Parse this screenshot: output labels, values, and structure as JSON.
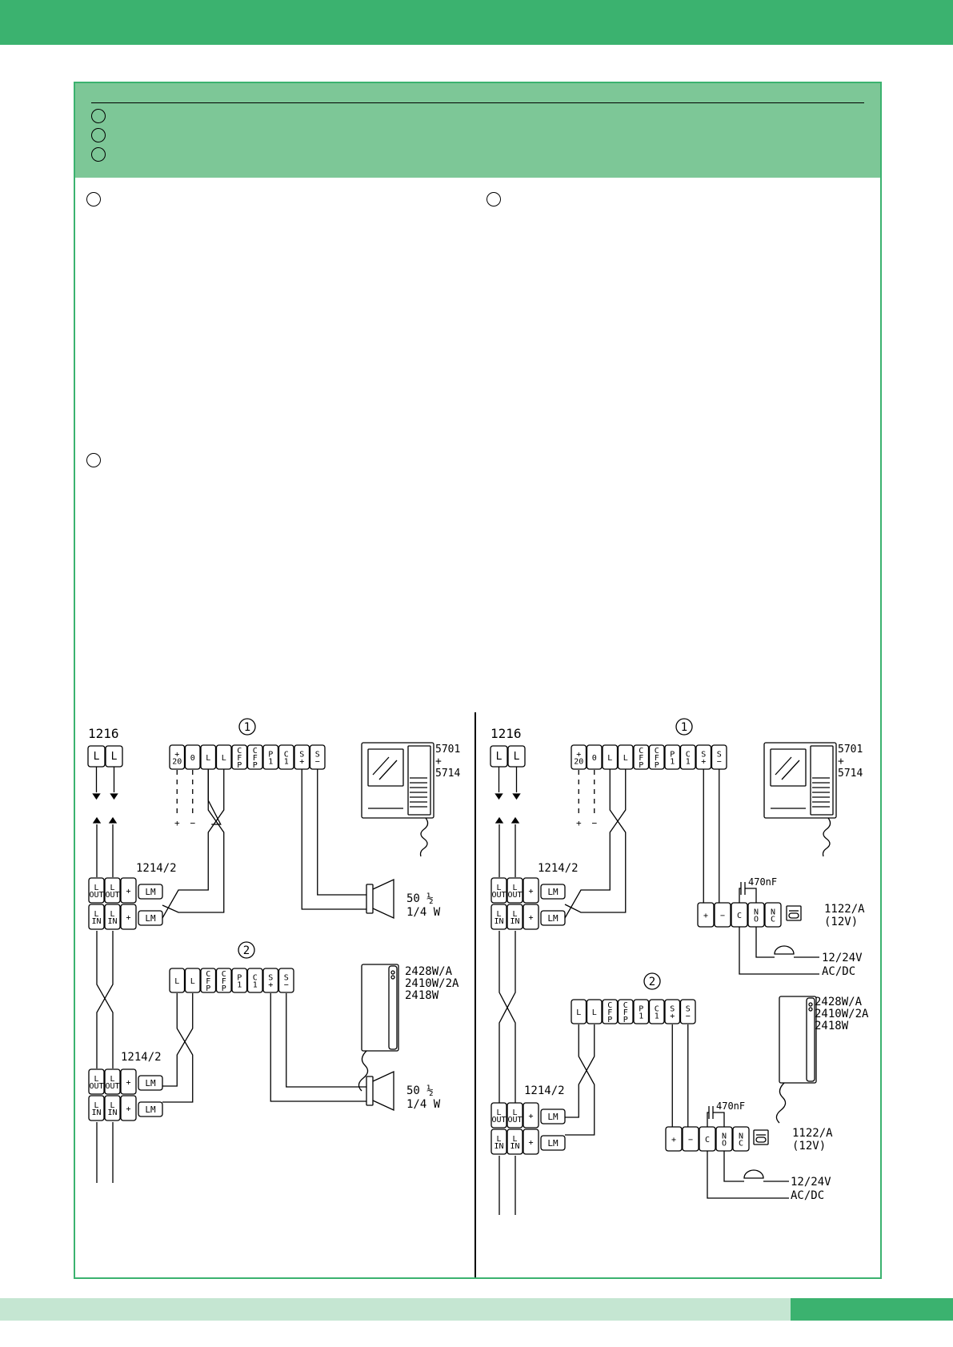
{
  "colors": {
    "brand": "#3bb26f",
    "header": "#7dc797",
    "footer_light": "#c5e6d2"
  },
  "left": {
    "unit_1216": "1216",
    "box_1": "1",
    "box_2": "2",
    "monitor_1": [
      "5701",
      "+",
      "5714"
    ],
    "handset_2": [
      "2428W/A",
      "2410W/2A",
      "2418W"
    ],
    "distributor": "1214/2",
    "speaker_1": [
      "50 ½",
      "1/4  W"
    ],
    "speaker_2": [
      "50 ½",
      "1/4  W"
    ],
    "top_terminals": [
      "+\n20",
      "0",
      "L",
      "L",
      "C\nF\nP",
      "C\nF\nP",
      "P\n1",
      "C\n1",
      "S\n+",
      "S\n−"
    ],
    "second_terminals": [
      "L",
      "L",
      "C\nF\nP",
      "C\nF\nP",
      "P\n1",
      "C\n1",
      "S\n+",
      "S\n−"
    ],
    "supply_marks": [
      "+",
      "−"
    ]
  },
  "right": {
    "unit_1216": "1216",
    "box_1": "1",
    "box_2": "2",
    "monitor_1": [
      "5701",
      "+",
      "5714"
    ],
    "handset_2": [
      "2428W/A",
      "2410W/2A",
      "2418W"
    ],
    "distributor": "1214/2",
    "chime_1": [
      "1122/A",
      "(12V)"
    ],
    "chime_2": [
      "1122/A",
      "(12V)"
    ],
    "capacitor": "470nF",
    "supply": [
      "12/24V",
      "AC/DC"
    ],
    "chime_terminals": [
      "+",
      "−",
      "C",
      "N\nO",
      "N\nC"
    ]
  },
  "lm_labels": [
    "L\nOUT",
    "L\nOUT",
    "+",
    "LM",
    "L\nIN",
    "L\nIN",
    "+",
    "LM"
  ]
}
